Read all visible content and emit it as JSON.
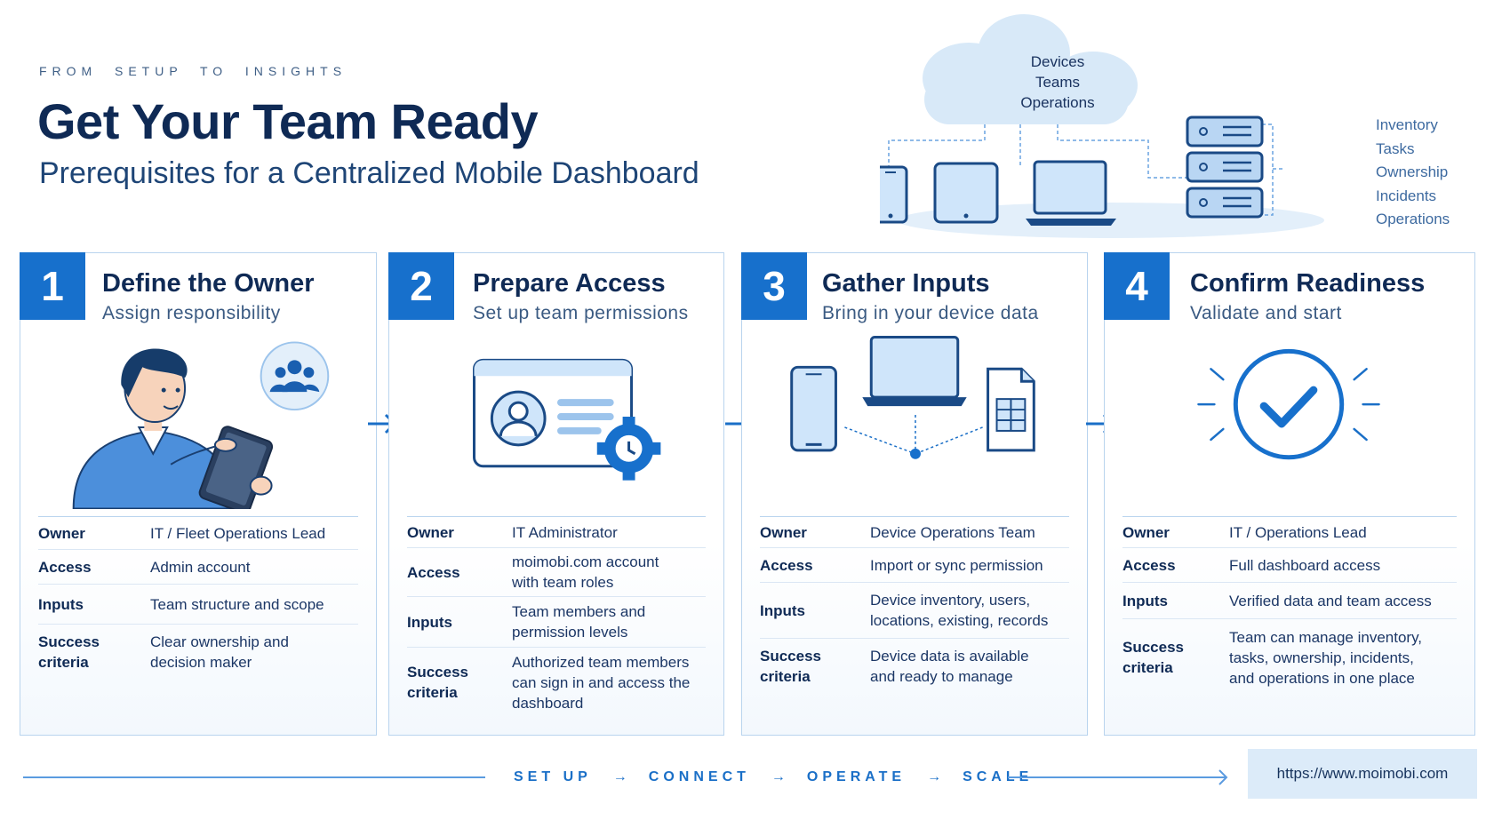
{
  "header": {
    "eyebrow": "FROM  SETUP  TO  INSIGHTS",
    "title": "Get Your Team Ready",
    "subtitle": "Prerequisites for a Centralized Mobile Dashboard"
  },
  "hero": {
    "cloud_items": [
      "Devices",
      "Teams",
      "Operations"
    ],
    "server_items": [
      "Inventory",
      "Tasks",
      "Ownership",
      "Incidents",
      "Operations"
    ]
  },
  "cards": [
    {
      "number": "1",
      "title": "Define the Owner",
      "subtitle": "Assign responsibility",
      "illustration_icon": "person-with-tablet-icon",
      "rows": [
        {
          "label": "Owner",
          "value": "IT / Fleet Operations Lead"
        },
        {
          "label": "Access",
          "value": "Admin account"
        },
        {
          "label": "Inputs",
          "value": "Team structure and scope"
        },
        {
          "label": "Success criteria",
          "value": "Clear ownership and decision maker"
        }
      ]
    },
    {
      "number": "2",
      "title": "Prepare Access",
      "subtitle": "Set up team permissions",
      "illustration_icon": "user-card-settings-icon",
      "rows": [
        {
          "label": "Owner",
          "value": "IT Administrator"
        },
        {
          "label": "Access",
          "value": "moimobi.com account with team roles"
        },
        {
          "label": "Inputs",
          "value": "Team members and permission levels"
        },
        {
          "label": "Success criteria",
          "value": "Authorized team members can sign in and access the dashboard"
        }
      ]
    },
    {
      "number": "3",
      "title": "Gather Inputs",
      "subtitle": "Bring in your device data",
      "illustration_icon": "devices-data-icon",
      "rows": [
        {
          "label": "Owner",
          "value": "Device Operations Team"
        },
        {
          "label": "Access",
          "value": "Import or sync permission"
        },
        {
          "label": "Inputs",
          "value": "Device inventory, users, locations, existing, records"
        },
        {
          "label": "Success criteria",
          "value": "Device data is available and ready to manage"
        }
      ]
    },
    {
      "number": "4",
      "title": "Confirm Readiness",
      "subtitle": "Validate and start",
      "illustration_icon": "check-circle-icon",
      "rows": [
        {
          "label": "Owner",
          "value": "IT / Operations Lead"
        },
        {
          "label": "Access",
          "value": "Full dashboard access"
        },
        {
          "label": "Inputs",
          "value": "Verified data and team access"
        },
        {
          "label": "Success criteria",
          "value": "Team can manage inventory, tasks, ownership, incidents, and operations in one place"
        }
      ]
    }
  ],
  "footer": {
    "steps": [
      "SET UP",
      "CONNECT",
      "OPERATE",
      "SCALE"
    ],
    "separator": "→",
    "url": "https://www.moimobi.com"
  },
  "colors": {
    "accent": "#1770cc",
    "navy": "#0f2a55",
    "light": "#dcebf9",
    "border": "#b9d4ee"
  }
}
